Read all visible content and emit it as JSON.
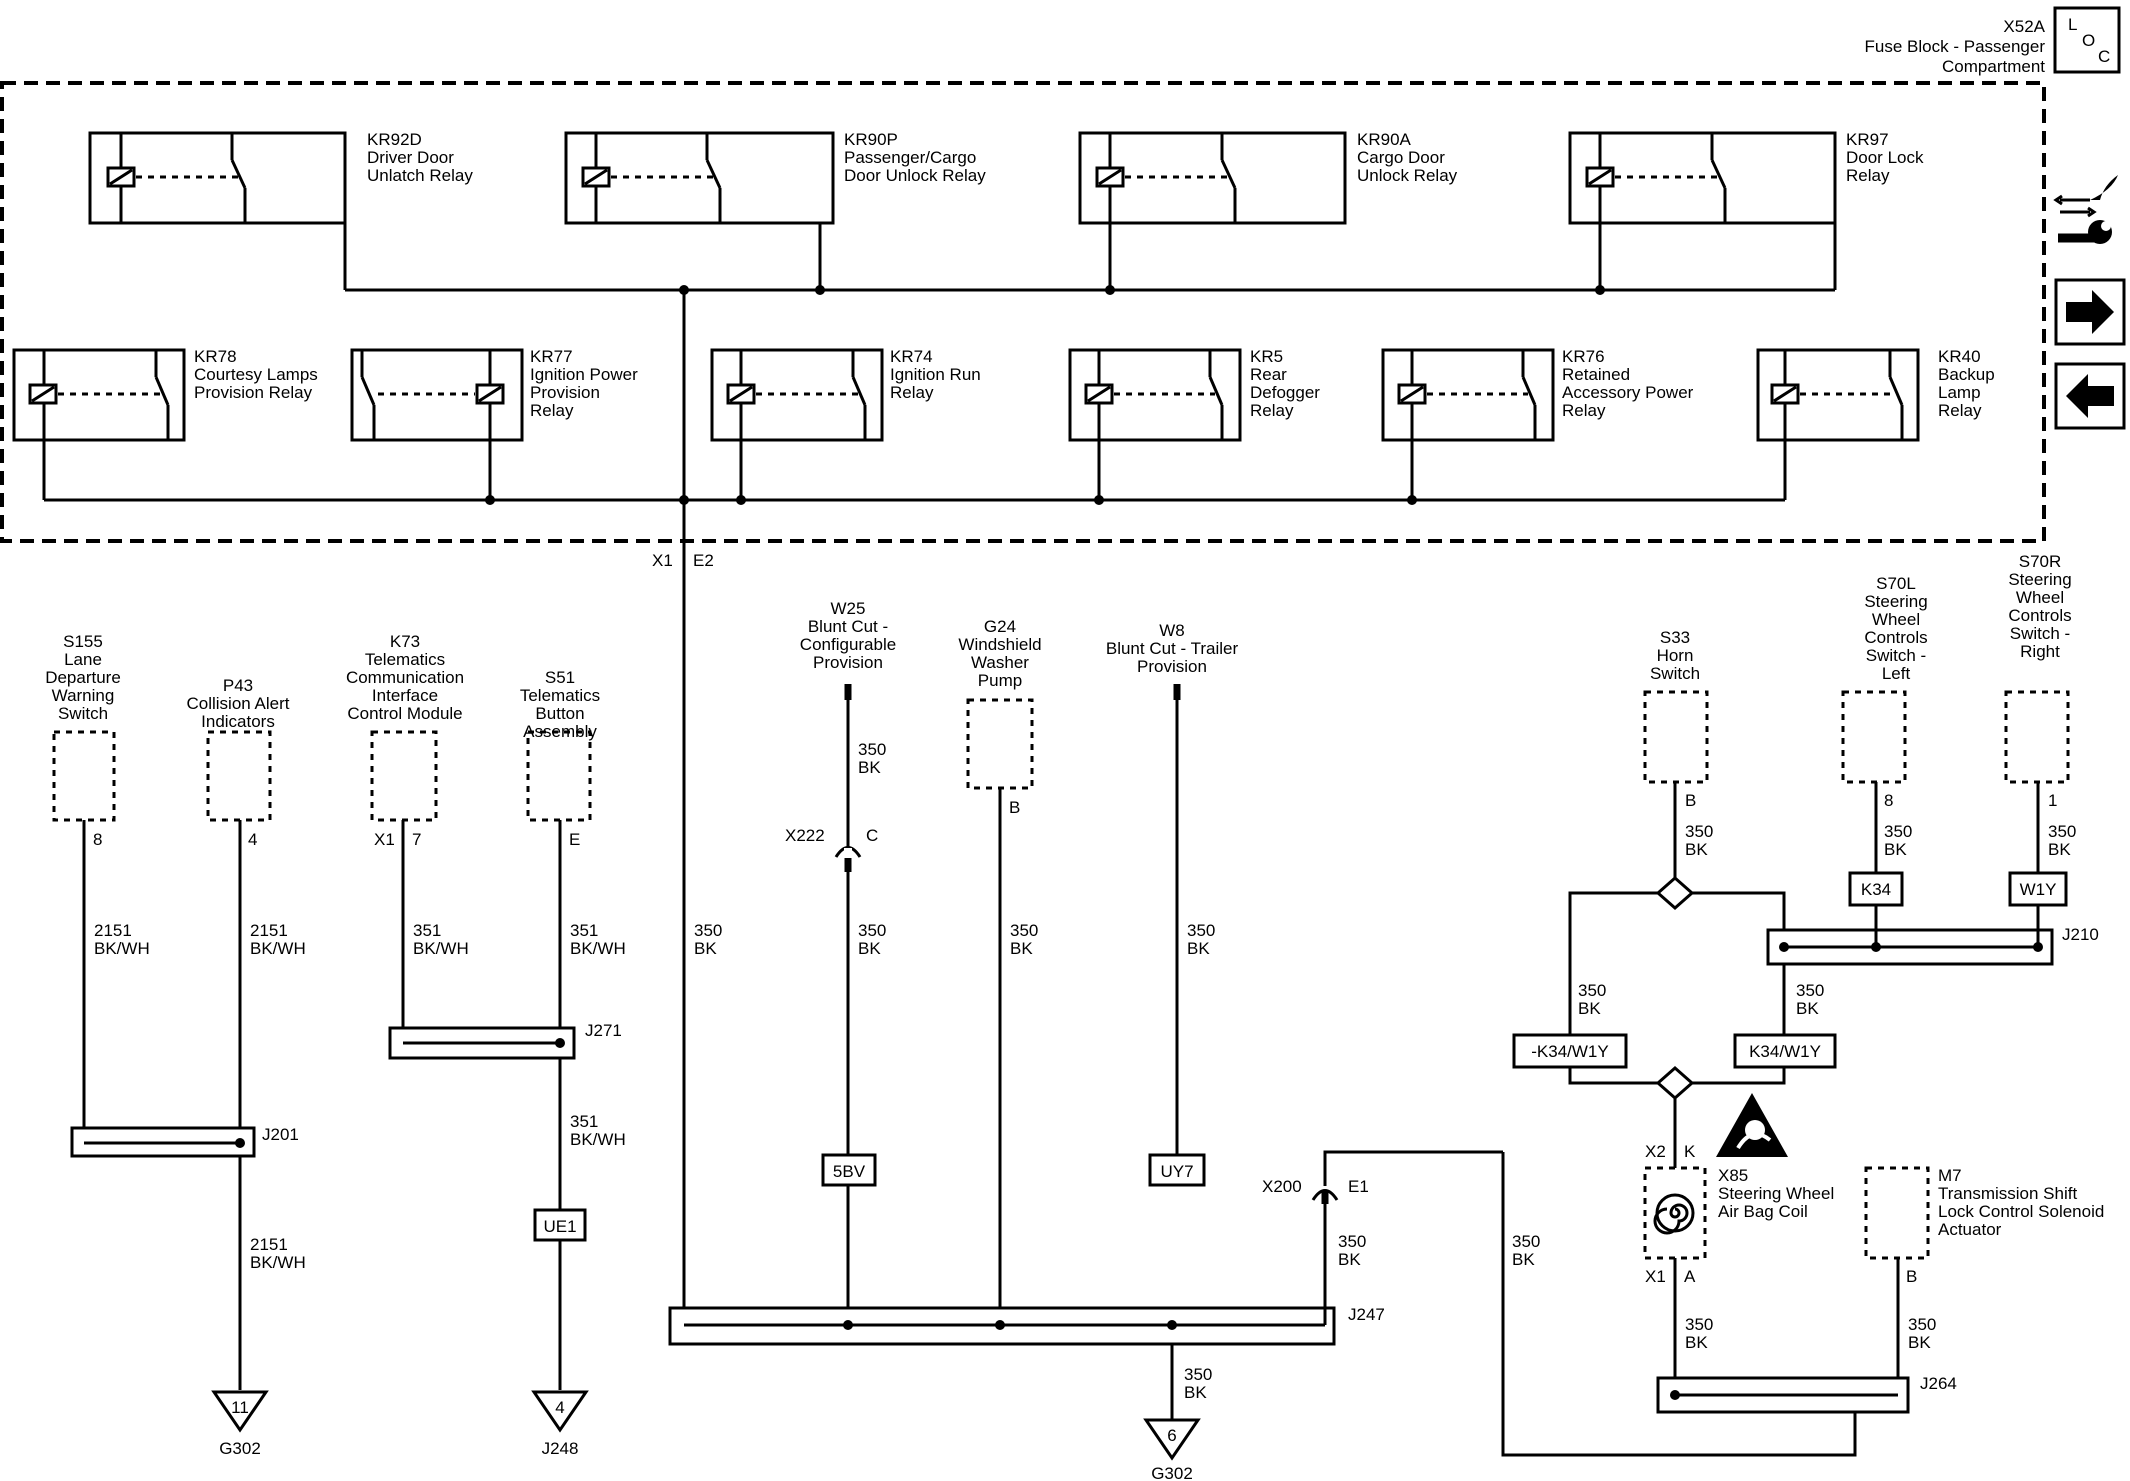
{
  "header": {
    "loc_label": "X52A",
    "fuse_block_line1": "Fuse Block - Passenger",
    "fuse_block_line2": "Compartment",
    "loc_icon_l": "L",
    "loc_icon_o": "O",
    "loc_icon_c": "C"
  },
  "relays_top": [
    {
      "id": "KR92D",
      "line1": "Driver Door",
      "line2": "Unlatch Relay"
    },
    {
      "id": "KR90P",
      "line1": "Passenger/Cargo",
      "line2": "Door Unlock Relay"
    },
    {
      "id": "KR90A",
      "line1": "Cargo Door",
      "line2": "Unlock Relay"
    },
    {
      "id": "KR97",
      "line1": "Door Lock",
      "line2": "Relay"
    }
  ],
  "relays_bottom": [
    {
      "id": "KR78",
      "line1": "Courtesy Lamps",
      "line2": "Provision Relay",
      "line3": ""
    },
    {
      "id": "KR77",
      "line1": "Ignition Power",
      "line2": "Provision",
      "line3": "Relay"
    },
    {
      "id": "KR74",
      "line1": "Ignition Run",
      "line2": "Relay",
      "line3": ""
    },
    {
      "id": "KR5",
      "line1": "Rear",
      "line2": "Defogger",
      "line3": "Relay"
    },
    {
      "id": "KR76",
      "line1": "Retained",
      "line2": "Accessory Power",
      "line3": "Relay"
    },
    {
      "id": "KR40",
      "line1": "Backup",
      "line2": "Lamp",
      "line3": "Relay"
    }
  ],
  "fuse_block_pins": {
    "x1": "X1",
    "e2": "E2"
  },
  "components": {
    "s155": {
      "lines": [
        "S155",
        "Lane",
        "Departure",
        "Warning",
        "Switch"
      ],
      "pin": "8"
    },
    "p43": {
      "lines": [
        "P43",
        "Collision Alert",
        "Indicators"
      ],
      "pin": "4"
    },
    "k73": {
      "lines": [
        "K73",
        "Telematics",
        "Communication",
        "Interface",
        "Control Module"
      ],
      "conn": "X1",
      "pin": "7"
    },
    "s51": {
      "lines": [
        "S51",
        "Telematics",
        "Button",
        "Assembly"
      ],
      "pin": "E"
    },
    "w25": {
      "lines": [
        "W25",
        "Blunt Cut -",
        "Configurable",
        "Provision"
      ]
    },
    "g24": {
      "lines": [
        "G24",
        "Windshield",
        "Washer",
        "Pump"
      ],
      "pin": "B"
    },
    "w8": {
      "lines": [
        "W8",
        "Blunt Cut - Trailer",
        "Provision"
      ]
    },
    "s33": {
      "lines": [
        "S33",
        "Horn",
        "Switch"
      ],
      "pin": "B"
    },
    "s70l": {
      "lines": [
        "S70L",
        "Steering",
        "Wheel",
        "Controls",
        "Switch -",
        "Left"
      ],
      "pin": "8"
    },
    "s70r": {
      "lines": [
        "S70R",
        "Steering",
        "Wheel",
        "Controls",
        "Switch -",
        "Right"
      ],
      "pin": "1"
    },
    "x85": {
      "lines": [
        "X85",
        "Steering Wheel",
        "Air Bag Coil"
      ],
      "x2": "X2",
      "k": "K",
      "x1": "X1",
      "a": "A"
    },
    "m7": {
      "lines": [
        "M7",
        "Transmission Shift",
        "Lock Control Solenoid",
        "Actuator"
      ],
      "pin": "B"
    }
  },
  "wires": {
    "w2151_gauge": "2151",
    "w2151_color": "BK/WH",
    "w351_gauge": "351",
    "w351_color": "BK/WH",
    "w350_gauge": "350",
    "w350_color": "BK"
  },
  "connectors": {
    "x222": "X222",
    "x222_pin": "C",
    "x200": "X200",
    "x200_pin": "E1"
  },
  "splices": {
    "j201": "J201",
    "j271": "J271",
    "j247": "J247",
    "j210": "J210",
    "j264": "J264"
  },
  "options": {
    "ue1": "UE1",
    "bv5": "5BV",
    "uy7": "UY7",
    "k34": "K34",
    "w1y": "W1Y",
    "nk34": "-K34/W1Y",
    "k34w1y": "K34/W1Y"
  },
  "grounds": [
    {
      "num": "11",
      "label": "G302"
    },
    {
      "num": "4",
      "label": "J248"
    },
    {
      "num": "6",
      "label": "G302"
    }
  ],
  "nav": {
    "icons": [
      "description-operation-icon",
      "arrow-right-icon",
      "arrow-left-icon"
    ]
  }
}
